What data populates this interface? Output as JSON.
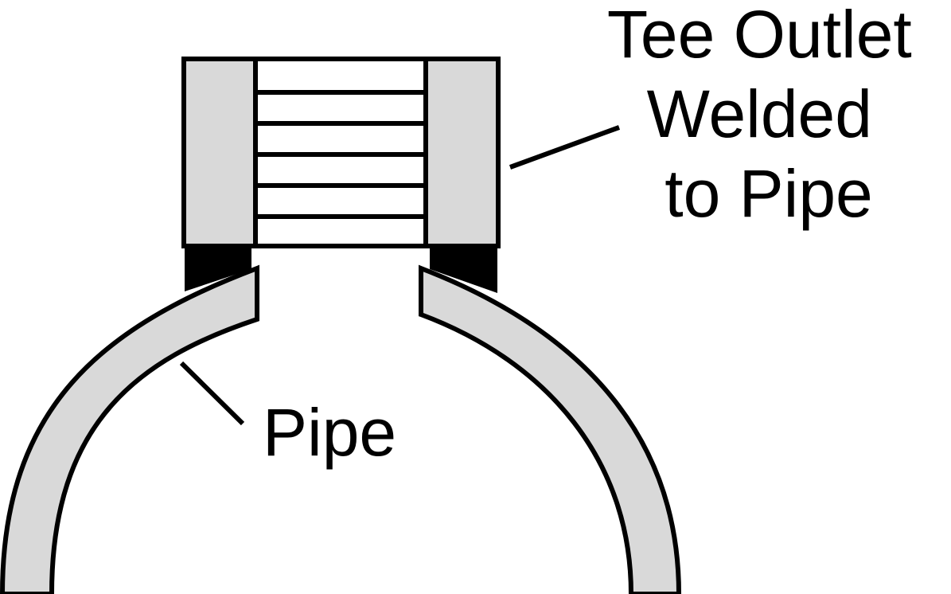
{
  "diagram": {
    "labels": {
      "tee_outlet": [
        "Tee Outlet",
        "Welded",
        "to Pipe"
      ],
      "pipe": "Pipe"
    },
    "colors": {
      "wall_fill": "#d9d9d9",
      "weld_fill": "#000000",
      "stroke": "#000000",
      "background": "#ffffff"
    },
    "thread_count": 5
  }
}
